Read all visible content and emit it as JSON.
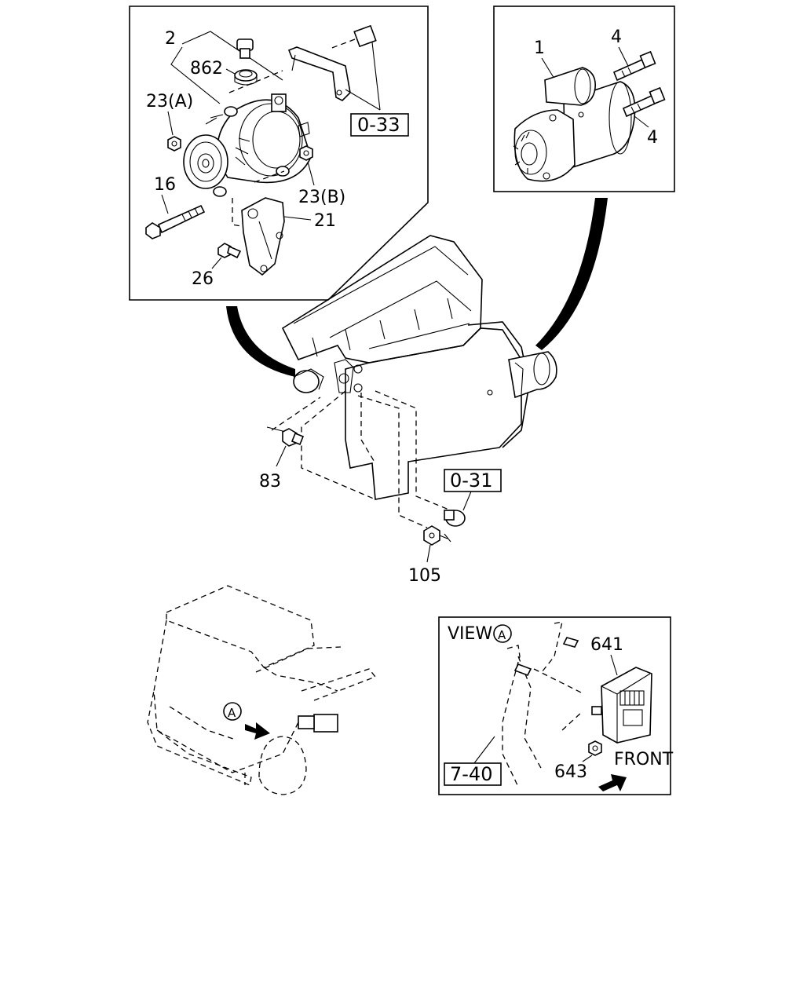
{
  "diagram": {
    "callouts": {
      "p2": "2",
      "p862": "862",
      "p23a": "23(A)",
      "p16": "16",
      "p23b": "23(B)",
      "p21": "21",
      "p26": "26",
      "p1": "1",
      "p4_top": "4",
      "p4_bottom": "4",
      "p83": "83",
      "p105": "105",
      "p641": "641",
      "p643": "643"
    },
    "refs": {
      "r033": "0-33",
      "r031": "0-31",
      "r740": "7-40"
    },
    "view_label": "VIEW",
    "view_marker": "A",
    "truck_marker": "A",
    "front_label": "FRONT"
  }
}
